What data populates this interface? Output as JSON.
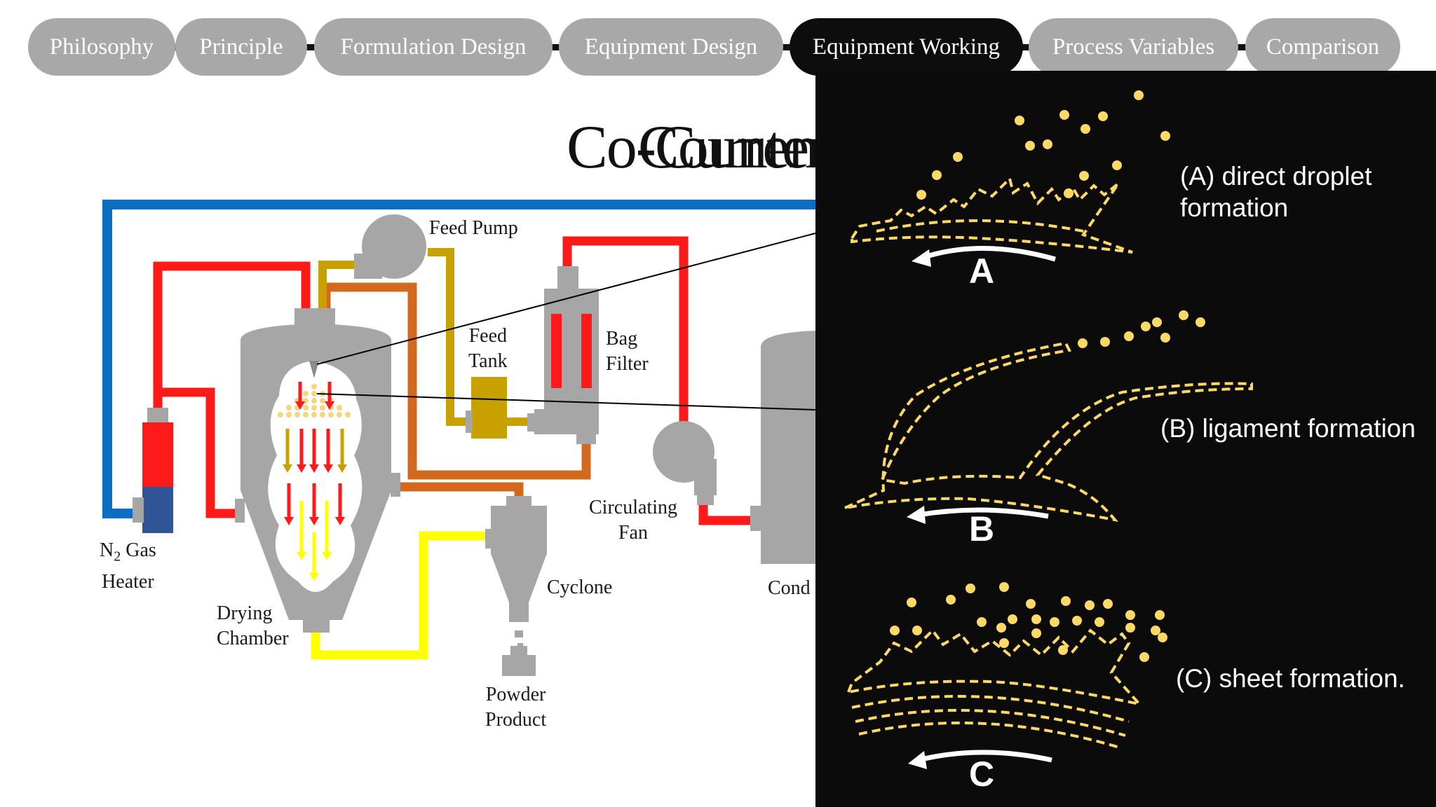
{
  "nav": {
    "tabs": [
      {
        "label": "Philosophy"
      },
      {
        "label": "Principle"
      },
      {
        "label": "Formulation Design"
      },
      {
        "label": "Equipment Design"
      },
      {
        "label": "Equipment Working",
        "active": true
      },
      {
        "label": "Process Variables"
      },
      {
        "label": "Comparison"
      }
    ],
    "pill_color": "#a8a8a8",
    "active_color": "#0d0d0d"
  },
  "slide": {
    "title_a": "Co-Current",
    "title_b": "Counter-Current"
  },
  "diagram": {
    "feed_pump": "Feed Pump",
    "feed_tank": "Feed\nTank",
    "bag_filter": "Bag\nFilter",
    "n2_heater_line1": "N",
    "n2_heater_sub": "2",
    "n2_heater_line1_rest": " Gas",
    "n2_heater_line2": "Heater",
    "circulating_fan": "Circulating\nFan",
    "cyclone": "Cyclone",
    "drying_chamber": "Drying\nChamber",
    "powder_product": "Powder\nProduct",
    "condenser": "Cond",
    "colors": {
      "nitrogen": "#0a6fc2",
      "hot_gas": "#ff1a1a",
      "feed": "#c8a000",
      "return": "#d2691e",
      "powder": "#ffff00",
      "equipment": "#a6a6a6"
    }
  },
  "panel": {
    "caption_a_line1": "(A) direct droplet",
    "caption_a_line2": "formation",
    "caption_b": "(B) ligament formation",
    "caption_c": "(C) sheet formation.",
    "letter_a": "A",
    "letter_b": "B",
    "letter_c": "C",
    "droplet_color": "#ffd966"
  }
}
